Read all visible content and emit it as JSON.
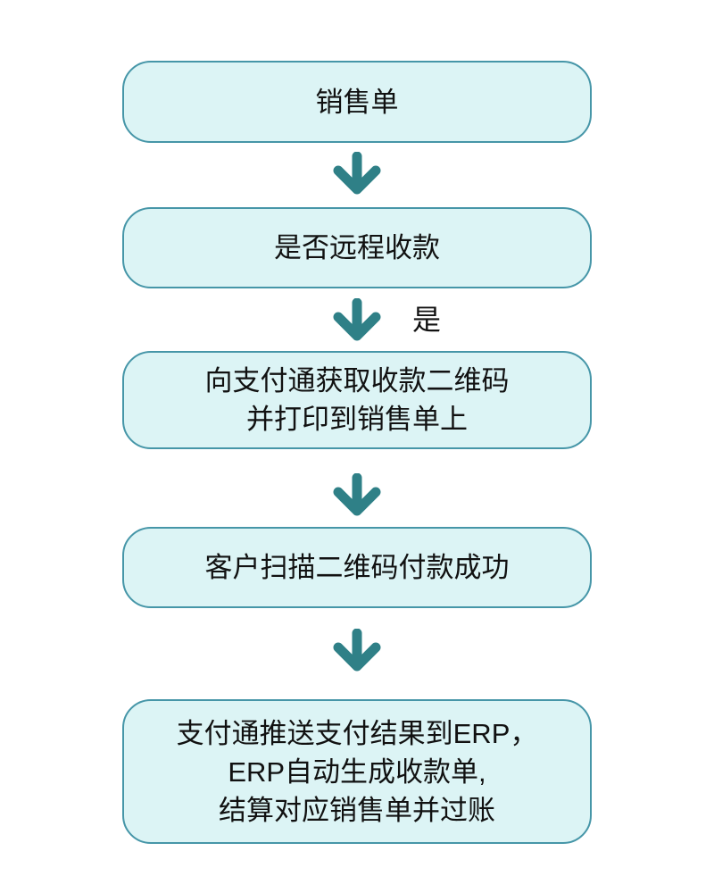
{
  "diagram": {
    "type": "flowchart",
    "direction": "top-down",
    "colors": {
      "background": "#ffffff",
      "node_fill": "#dcf4f5",
      "node_border": "#4696a8",
      "arrow": "#2f8087",
      "text": "#111111"
    },
    "nodes": [
      {
        "id": "sales-order",
        "lines": [
          "销售单"
        ]
      },
      {
        "id": "remote-payment",
        "lines": [
          "是否远程收款"
        ]
      },
      {
        "id": "get-qr-code",
        "lines": [
          "向支付通获取收款二维码",
          "并打印到销售单上"
        ]
      },
      {
        "id": "customer-scan-pay",
        "lines": [
          "客户扫描二维码付款成功"
        ]
      },
      {
        "id": "erp-receipt",
        "lines": [
          "支付通推送支付结果到ERP，",
          "ERP自动生成收款单,",
          "结算对应销售单并过账"
        ]
      }
    ],
    "edges": [
      {
        "from": "sales-order",
        "to": "remote-payment",
        "label": ""
      },
      {
        "from": "remote-payment",
        "to": "get-qr-code",
        "label": "是"
      },
      {
        "from": "get-qr-code",
        "to": "customer-scan-pay",
        "label": ""
      },
      {
        "from": "customer-scan-pay",
        "to": "erp-receipt",
        "label": ""
      }
    ]
  }
}
